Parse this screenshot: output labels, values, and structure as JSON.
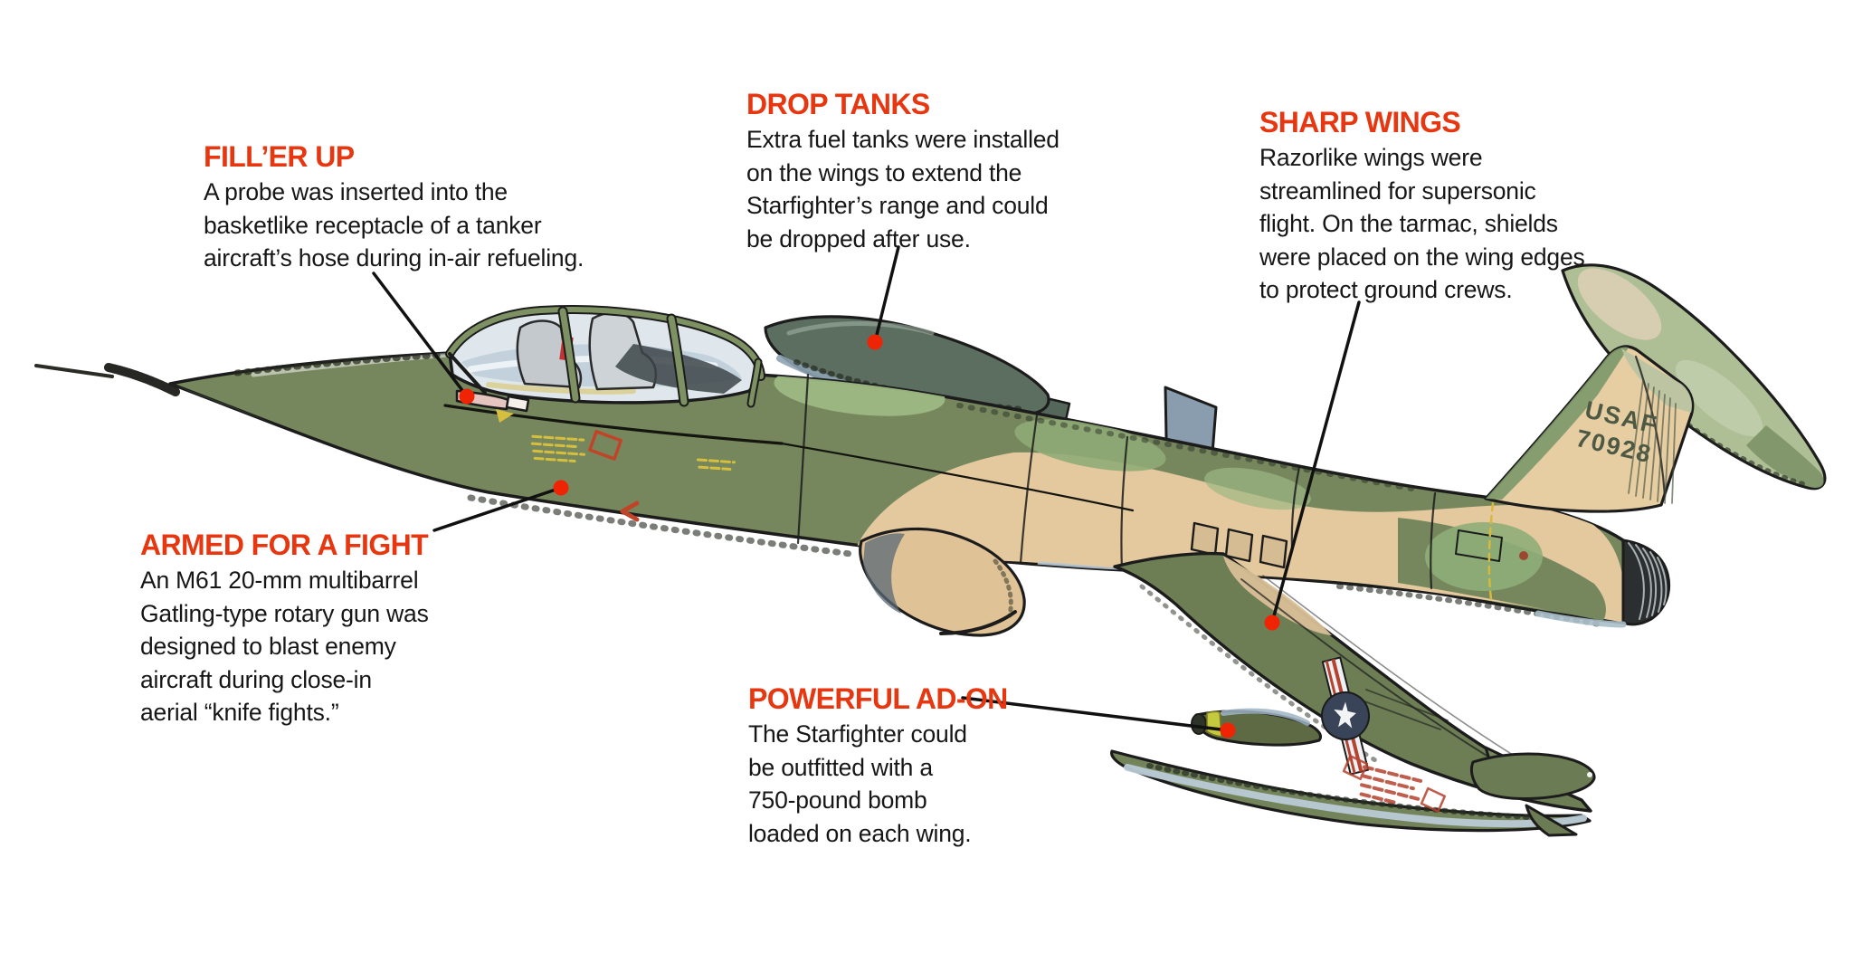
{
  "figure": {
    "subject": "F-104 Starfighter annotated side-view illustration",
    "tail_code": {
      "line1": "USAF",
      "line2": "70928"
    },
    "colors": {
      "heading_red": "#e73711",
      "marker_dot_red": "#ee2405",
      "body_text": "#161616",
      "camo_olive": "#76875e",
      "camo_tan": "#e4c89e",
      "camo_light_green": "#9db883",
      "drop_tank_slate": "#5c6e60",
      "underside_blue": "#b7c8d4",
      "background": "#ffffff"
    }
  },
  "callouts": [
    {
      "id": "fill-er-up",
      "title": "FILL’ER UP",
      "body": "A probe was inserted into the\nbasketlike receptacle of a tanker\naircraft’s hose during in-air refueling."
    },
    {
      "id": "drop-tanks",
      "title": "DROP TANKS",
      "body": "Extra fuel tanks were installed\non the wings to extend the\nStarfighter’s range and could\nbe dropped after use."
    },
    {
      "id": "sharp-wings",
      "title": "SHARP WINGS",
      "body": "Razorlike wings were\nstreamlined for supersonic\nflight. On the tarmac, shields\nwere placed on the wing edges\nto protect ground crews."
    },
    {
      "id": "armed-for-a-fight",
      "title": "ARMED FOR A FIGHT",
      "body": "An M61 20-mm multibarrel\nGatling-type rotary gun was\ndesigned to blast enemy\naircraft during close-in\naerial “knife fights.”"
    },
    {
      "id": "powerful-ad-on",
      "title": "POWERFUL AD-ON",
      "body": "The Starfighter could\nbe outfitted with a\n750-pound bomb\nloaded on each wing."
    }
  ]
}
